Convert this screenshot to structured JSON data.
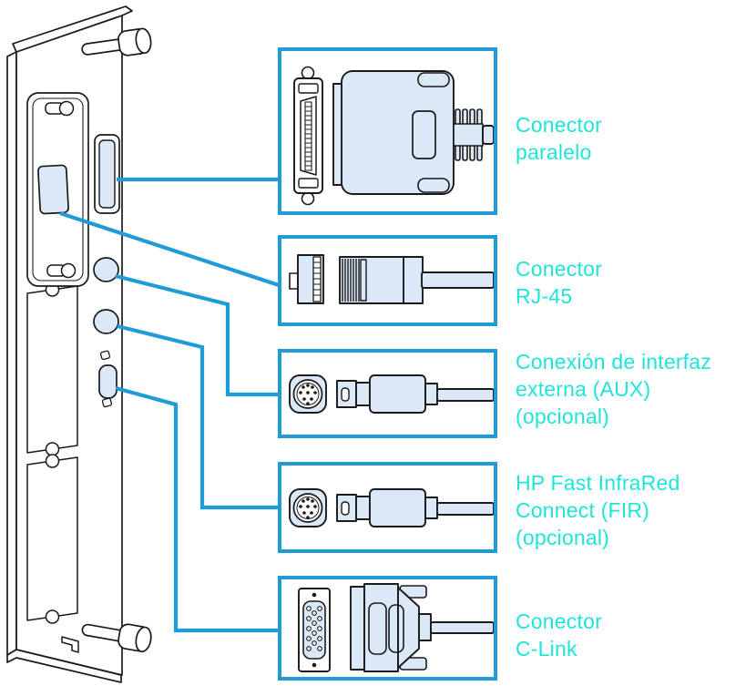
{
  "figure": {
    "description": "Rear interface panel of printer with callouts to five connector types",
    "panel_illustration": "printer-rear-interface-panel"
  },
  "colors": {
    "callout_blue": "#1F9CD8",
    "label_cyan": "#1FE4D8",
    "connector_fill": "#DAE8F7",
    "outline_black": "#1A1A1A",
    "background": "#FFFFFF"
  },
  "callouts": [
    {
      "id": "parallel",
      "label": "Conector\nparalelo",
      "illustration": "parallel-connector-socket-and-plug"
    },
    {
      "id": "rj45",
      "label": "Conector\nRJ-45",
      "illustration": "rj45-jack-and-plug"
    },
    {
      "id": "aux",
      "label": "Conexión de interfaz\nexterna (AUX)\n(opcional)",
      "illustration": "mini-din-socket-and-plug"
    },
    {
      "id": "fir",
      "label": "HP Fast InfraRed\nConnect (FIR)\n(opcional)",
      "illustration": "mini-din-socket-and-plug"
    },
    {
      "id": "clink",
      "label": "Conector\nC-Link",
      "illustration": "c-link-socket-and-plug"
    }
  ]
}
